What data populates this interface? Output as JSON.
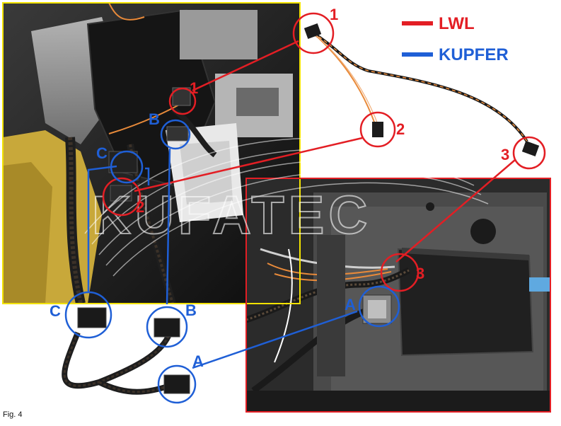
{
  "legend": {
    "lwl": "LWL",
    "kupfer": "KUPFER",
    "lwl_color": "#e31e24",
    "kupfer_color": "#1f5fd6"
  },
  "labels": {
    "red": [
      "1",
      "2",
      "3",
      "1",
      "2",
      "3"
    ],
    "blue": [
      "A",
      "B",
      "C",
      "A",
      "B",
      "C"
    ]
  },
  "watermark": "KUFATEC",
  "caption": "Fig. 4"
}
